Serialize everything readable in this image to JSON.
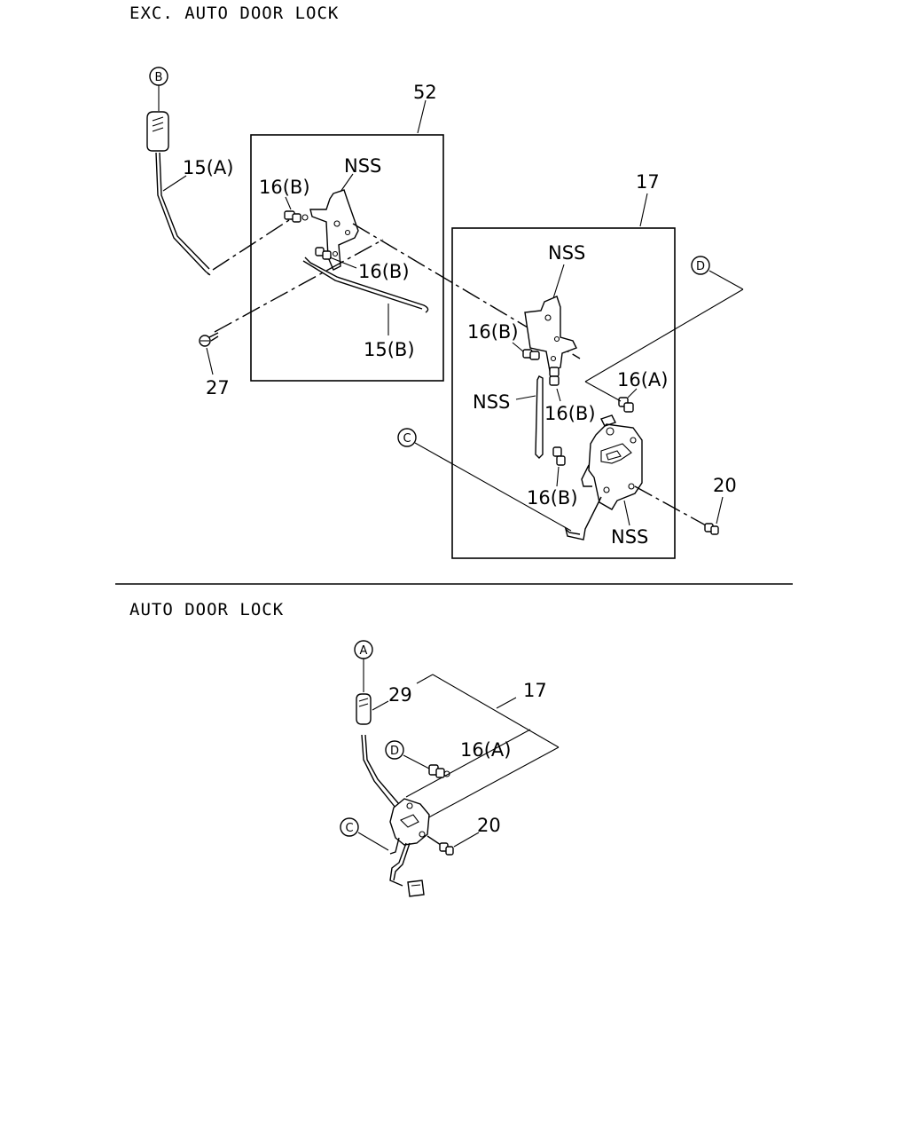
{
  "sections": {
    "top_title": "EXC. AUTO DOOR LOCK",
    "bottom_title": "AUTO DOOR LOCK"
  },
  "labels": {
    "box52": "52",
    "box17": "17",
    "rod_15a": "15(A)",
    "rod_15b": "15(B)",
    "clip_16b_upper_left": "16(B)",
    "clip_16b_upper_mid": "16(B)",
    "nss_upper_box52": "NSS",
    "screw_27": "27",
    "nss_box17_bracket": "NSS",
    "clip_16b_box17_a": "16(B)",
    "clip_16b_box17_b": "16(B)",
    "clip_16b_box17_c": "16(B)",
    "nss_box17_rod": "NSS",
    "nss_box17_lock": "NSS",
    "clip_16a_box17": "16(A)",
    "screw_20_top": "20",
    "auto_29": "29",
    "auto_17": "17",
    "auto_16a": "16(A)",
    "auto_20": "20"
  },
  "callouts": {
    "B": "B",
    "D_top": "D",
    "C_top": "C",
    "A": "A",
    "D_bottom": "D",
    "C_bottom": "C"
  }
}
